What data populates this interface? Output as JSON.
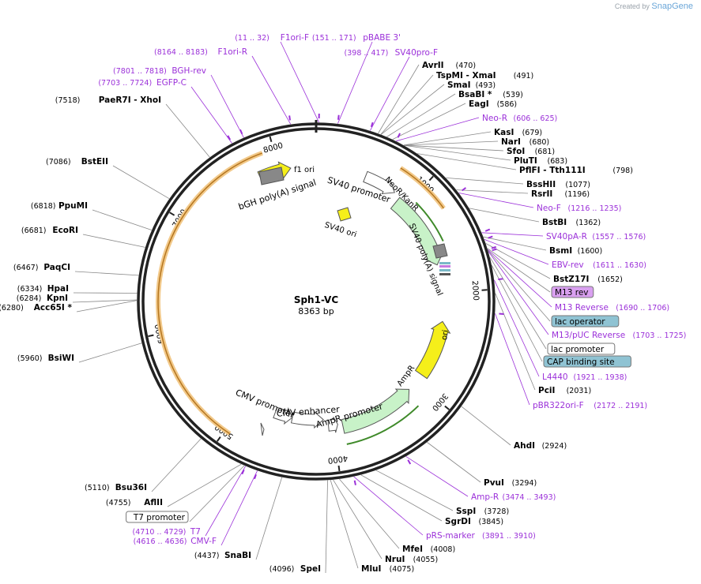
{
  "credit": {
    "prefix": "Created by",
    "brand": "SnapGene"
  },
  "plasmid": {
    "name": "Sph1-VC",
    "size_label": "8363 bp",
    "length": 8363
  },
  "colors": {
    "backbone": "#222222",
    "enzyme": "#000000",
    "primer": "#9b30d9",
    "arc": "#e9a64a",
    "tick": "#333333"
  },
  "ticks": [
    {
      "pos": 1000,
      "label": "1000"
    },
    {
      "pos": 2000,
      "label": "2000"
    },
    {
      "pos": 3000,
      "label": "3000"
    },
    {
      "pos": 4000,
      "label": "4000"
    },
    {
      "pos": 5000,
      "label": "5000"
    },
    {
      "pos": 6000,
      "label": "6000"
    },
    {
      "pos": 7000,
      "label": "7000"
    },
    {
      "pos": 8000,
      "label": "8000"
    }
  ],
  "features": [
    {
      "name": "f1 ori",
      "start": 8050,
      "end": 8363,
      "color": "#f5ef1a",
      "ring": "inner-top"
    },
    {
      "name": "SV40 promoter",
      "start": 500,
      "end": 830,
      "color": "#ffffff"
    },
    {
      "name": "NeoR/KanR",
      "start": 900,
      "end": 1700,
      "color": "#c8f2c8"
    },
    {
      "name": "SV40 poly(A) signal",
      "start": 1750,
      "end": 1900,
      "color": "#888888"
    },
    {
      "name": "ori",
      "start": 2300,
      "end": 2900,
      "color": "#f5ef1a"
    },
    {
      "name": "AmpR",
      "start": 3100,
      "end": 3900,
      "color": "#c8f2c8"
    },
    {
      "name": "AmpR promoter",
      "start": 3950,
      "end": 4050,
      "color": "#ffffff"
    },
    {
      "name": "CMV enhancer",
      "start": 4100,
      "end": 4450,
      "color": "#ffffff"
    },
    {
      "name": "CMV promoter",
      "start": 4450,
      "end": 4650,
      "color": "#ffffff"
    },
    {
      "name": "bGH poly(A) signal",
      "start": 7850,
      "end": 8050,
      "color": "#888888"
    },
    {
      "name": "SV40 ori",
      "start": 600,
      "end": 700,
      "color": "#f5ef1a"
    }
  ],
  "feature_labels": [
    {
      "name": "f1 ori"
    },
    {
      "name": "SV40 promoter"
    },
    {
      "name": "NeoR/KanR"
    },
    {
      "name": "SV40 poly(A) signal"
    },
    {
      "name": "ori"
    },
    {
      "name": "AmpR"
    },
    {
      "name": "AmpR promoter"
    },
    {
      "name": "CMV enhancer"
    },
    {
      "name": "CMV promoter"
    },
    {
      "name": "bGH poly(A) signal"
    },
    {
      "name": "SV40 ori"
    }
  ],
  "orange_arcs": [
    {
      "start": 750,
      "end": 1250
    },
    {
      "start": 4950,
      "end": 7900
    }
  ],
  "right_labels": [
    {
      "name": "AvrII",
      "pos": "(470)",
      "type": "enzyme"
    },
    {
      "name": "TspMI  - XmaI",
      "pos": "(491)",
      "type": "enzyme"
    },
    {
      "name": "SmaI",
      "pos": "(493)",
      "type": "enzyme"
    },
    {
      "name": "BsaBI *",
      "pos": "(539)",
      "type": "enzyme"
    },
    {
      "name": "EagI",
      "pos": "(586)",
      "type": "enzyme"
    },
    {
      "name": "Neo-R",
      "pos": "(606 .. 625)",
      "type": "primer"
    },
    {
      "name": "KasI",
      "pos": "(679)",
      "type": "enzyme"
    },
    {
      "name": "NarI",
      "pos": "(680)",
      "type": "enzyme"
    },
    {
      "name": "SfoI",
      "pos": "(681)",
      "type": "enzyme"
    },
    {
      "name": "PluTI",
      "pos": "(683)",
      "type": "enzyme"
    },
    {
      "name": "PflFI  - Tth111I",
      "pos": "(798)",
      "type": "enzyme"
    },
    {
      "name": "BssHII",
      "pos": "(1077)",
      "type": "enzyme"
    },
    {
      "name": "RsrII",
      "pos": "(1196)",
      "type": "enzyme"
    },
    {
      "name": "Neo-F",
      "pos": "(1216 .. 1235)",
      "type": "primer"
    },
    {
      "name": "BstBI",
      "pos": "(1362)",
      "type": "enzyme"
    },
    {
      "name": "SV40pA-R",
      "pos": "(1557 .. 1576)",
      "type": "primer"
    },
    {
      "name": "BsmI",
      "pos": "(1600)",
      "type": "enzyme"
    },
    {
      "name": "EBV-rev",
      "pos": "(1611 .. 1630)",
      "type": "primer"
    },
    {
      "name": "BstZ17I",
      "pos": "(1652)",
      "type": "enzyme"
    },
    {
      "name": "M13 rev",
      "pos": "",
      "type": "boxed-purple"
    },
    {
      "name": "M13 Reverse",
      "pos": "(1690 .. 1706)",
      "type": "primer"
    },
    {
      "name": "lac operator",
      "pos": "",
      "type": "boxed-teal"
    },
    {
      "name": "M13/pUC Reverse",
      "pos": "(1703 .. 1725)",
      "type": "primer"
    },
    {
      "name": "lac promoter",
      "pos": "",
      "type": "boxed-white"
    },
    {
      "name": "CAP binding site",
      "pos": "",
      "type": "boxed-teal"
    },
    {
      "name": "L4440",
      "pos": "(1921 .. 1938)",
      "type": "primer"
    },
    {
      "name": "PciI",
      "pos": "(2031)",
      "type": "enzyme"
    },
    {
      "name": "pBR322ori-F",
      "pos": "(2172 .. 2191)",
      "type": "primer"
    },
    {
      "name": "AhdI",
      "pos": "(2924)",
      "type": "enzyme"
    },
    {
      "name": "PvuI",
      "pos": "(3294)",
      "type": "enzyme"
    },
    {
      "name": "Amp-R",
      "pos": "(3474 .. 3493)",
      "type": "primer"
    },
    {
      "name": "SspI",
      "pos": "(3728)",
      "type": "enzyme"
    },
    {
      "name": "SgrDI",
      "pos": "(3845)",
      "type": "enzyme"
    },
    {
      "name": "pRS-marker",
      "pos": "(3891 .. 3910)",
      "type": "primer"
    },
    {
      "name": "MfeI",
      "pos": "(4008)",
      "type": "enzyme"
    },
    {
      "name": "NruI",
      "pos": "(4055)",
      "type": "enzyme"
    },
    {
      "name": "MluI",
      "pos": "(4075)",
      "type": "enzyme"
    }
  ],
  "left_labels": [
    {
      "name": "SpeI",
      "pos": "(4096)",
      "type": "enzyme"
    },
    {
      "name": "SnaBI",
      "pos": "(4437)",
      "type": "enzyme"
    },
    {
      "name": "CMV-F",
      "pos": "(4616 .. 4636)",
      "type": "primer"
    },
    {
      "name": "T7",
      "pos": "(4710 .. 4729)",
      "type": "primer"
    },
    {
      "name": "T7 promoter",
      "pos": "",
      "type": "boxed-white"
    },
    {
      "name": "AflII",
      "pos": "(4755)",
      "type": "enzyme"
    },
    {
      "name": "Bsu36I",
      "pos": "(5110)",
      "type": "enzyme"
    },
    {
      "name": "BsiWI",
      "pos": "(5960)",
      "type": "enzyme"
    },
    {
      "name": "Acc65I *",
      "pos": "(6280)",
      "type": "enzyme"
    },
    {
      "name": "KpnI",
      "pos": "(6284)",
      "type": "enzyme"
    },
    {
      "name": "HpaI",
      "pos": "(6334)",
      "type": "enzyme"
    },
    {
      "name": "PaqCI",
      "pos": "(6467)",
      "type": "enzyme"
    },
    {
      "name": "EcoRI",
      "pos": "(6681)",
      "type": "enzyme"
    },
    {
      "name": "PpuMI",
      "pos": "(6818)",
      "type": "enzyme"
    },
    {
      "name": "BstEII",
      "pos": "(7086)",
      "type": "enzyme"
    },
    {
      "name": "PaeR7I  - XhoI",
      "pos": "(7518)",
      "type": "enzyme"
    },
    {
      "name": "EGFP-C",
      "pos": "(7703 .. 7724)",
      "type": "primer"
    },
    {
      "name": "BGH-rev",
      "pos": "(7801 .. 7818)",
      "type": "primer"
    },
    {
      "name": "F1ori-R",
      "pos": "(8164 .. 8183)",
      "type": "primer"
    },
    {
      "name": "F1ori-F",
      "pos": "(11 .. 32)",
      "type": "primer"
    },
    {
      "name": "pBABE 3'",
      "pos": "(151 .. 171)",
      "type": "primer"
    },
    {
      "name": "SV40pro-F",
      "pos": "(398 .. 417)",
      "type": "primer"
    }
  ]
}
